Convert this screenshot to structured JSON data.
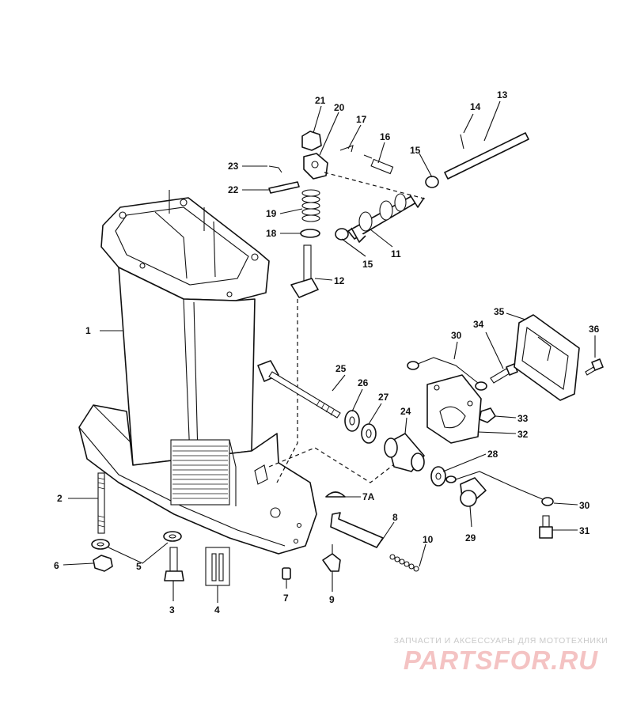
{
  "diagram": {
    "callouts": [
      "1",
      "2",
      "3",
      "4",
      "5",
      "6",
      "7",
      "7A",
      "8",
      "9",
      "10",
      "11",
      "12",
      "13",
      "14",
      "15",
      "15",
      "16",
      "17",
      "18",
      "19",
      "20",
      "21",
      "22",
      "23",
      "24",
      "25",
      "26",
      "27",
      "28",
      "29",
      "30",
      "30",
      "31",
      "32",
      "33",
      "34",
      "35",
      "36"
    ]
  },
  "watermark": {
    "caption": "ЗАПЧАСТИ И АКСЕССУАРЫ ДЛЯ МОТОТЕХНИКИ",
    "brand": "PARTSFOR.RU",
    "color": "#f4c3c3"
  }
}
